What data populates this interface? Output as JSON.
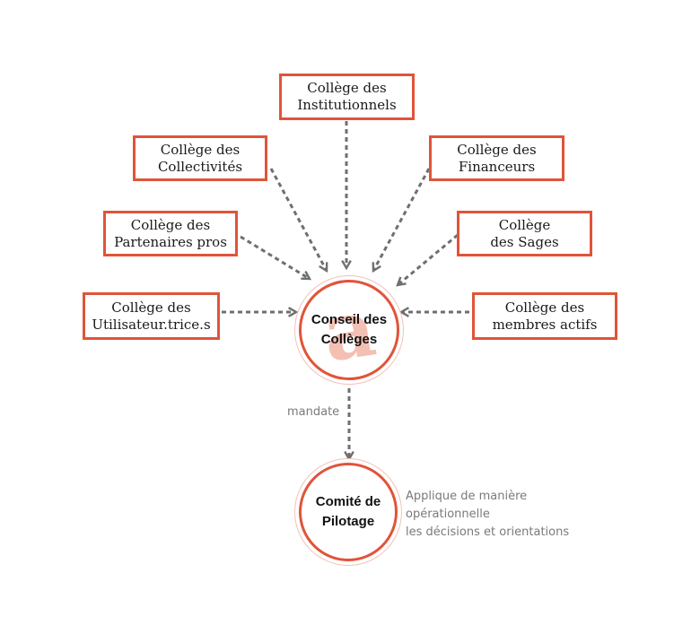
{
  "colleges": [
    {
      "id": "institutionnels",
      "label": "Collège des\nInstitutionnels"
    },
    {
      "id": "collectivites",
      "label": "Collège des\nCollectivités"
    },
    {
      "id": "financeurs",
      "label": "Collège des\nFinanceurs"
    },
    {
      "id": "partenaires-pros",
      "label": "Collège des\nPartenaires pros"
    },
    {
      "id": "sages",
      "label": "Collège\ndes Sages"
    },
    {
      "id": "utilisateurs",
      "label": "Collège des\nUtilisateur.trice.s"
    },
    {
      "id": "membres-actifs",
      "label": "Collège des\nmembres actifs"
    }
  ],
  "conseil": {
    "label": "Conseil des\nCollèges",
    "logo": "a"
  },
  "comite": {
    "label": "Comité de\nPilotage"
  },
  "edge_label": "mandate",
  "comite_note": "Applique de manière\nopérationnelle\nles décisions et orientations",
  "colors": {
    "accent": "#e0543a",
    "arrow": "#6f6f6f",
    "logo": "#f1b6a6",
    "note": "#7a7a7a"
  }
}
